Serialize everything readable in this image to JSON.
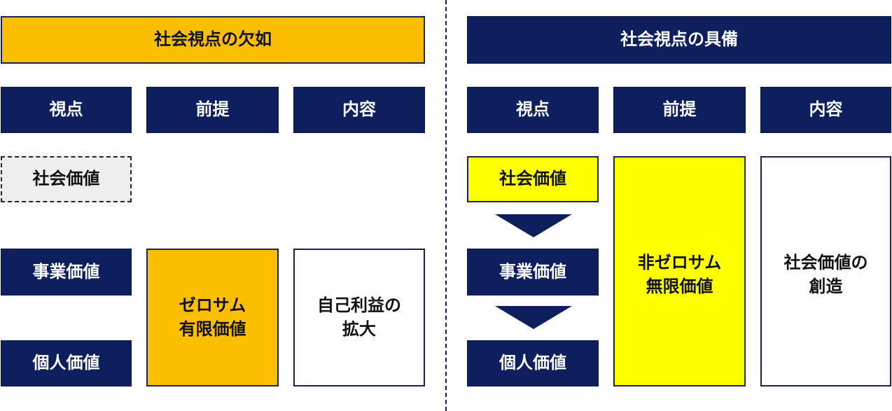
{
  "left": {
    "title": "社会視点の欠如",
    "headers": {
      "view": "視点",
      "premise": "前提",
      "content": "内容"
    },
    "views": {
      "social": "社会価値",
      "business": "事業価値",
      "personal": "個人価値"
    },
    "premise": "ゼロサム\n有限価値",
    "content": "自己利益の\n拡大"
  },
  "right": {
    "title": "社会視点の具備",
    "headers": {
      "view": "視点",
      "premise": "前提",
      "content": "内容"
    },
    "views": {
      "social": "社会価値",
      "business": "事業価値",
      "personal": "個人価値"
    },
    "premise": "非ゼロサム\n無限価値",
    "content": "社会価値の\n創造"
  },
  "colors": {
    "navy": "#0d1f5c",
    "orange": "#fcbf00",
    "yellow": "#ffff00",
    "gray": "#eeeeee"
  }
}
